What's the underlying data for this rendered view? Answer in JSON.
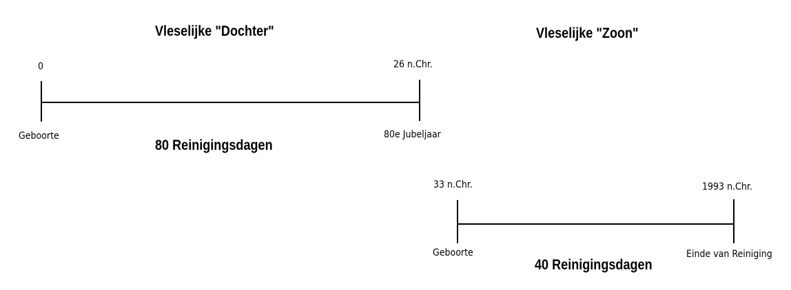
{
  "timeline_daughter": {
    "title": "Vleselijke \"Dochter\"",
    "start_top_label": "0",
    "start_bottom_label": "Geboorte",
    "end_top_label": "26 n.Chr.",
    "end_bottom_label": "80e Jubeljaar",
    "duration_label": "80 Reinigingsdagen"
  },
  "timeline_son": {
    "title": "Vleselijke \"Zoon\"",
    "start_top_label": "33 n.Chr.",
    "start_bottom_label": "Geboorte",
    "end_top_label": "1993 n.Chr.",
    "end_bottom_label": "Einde van Reiniging",
    "duration_label": "40 Reinigingsdagen"
  }
}
